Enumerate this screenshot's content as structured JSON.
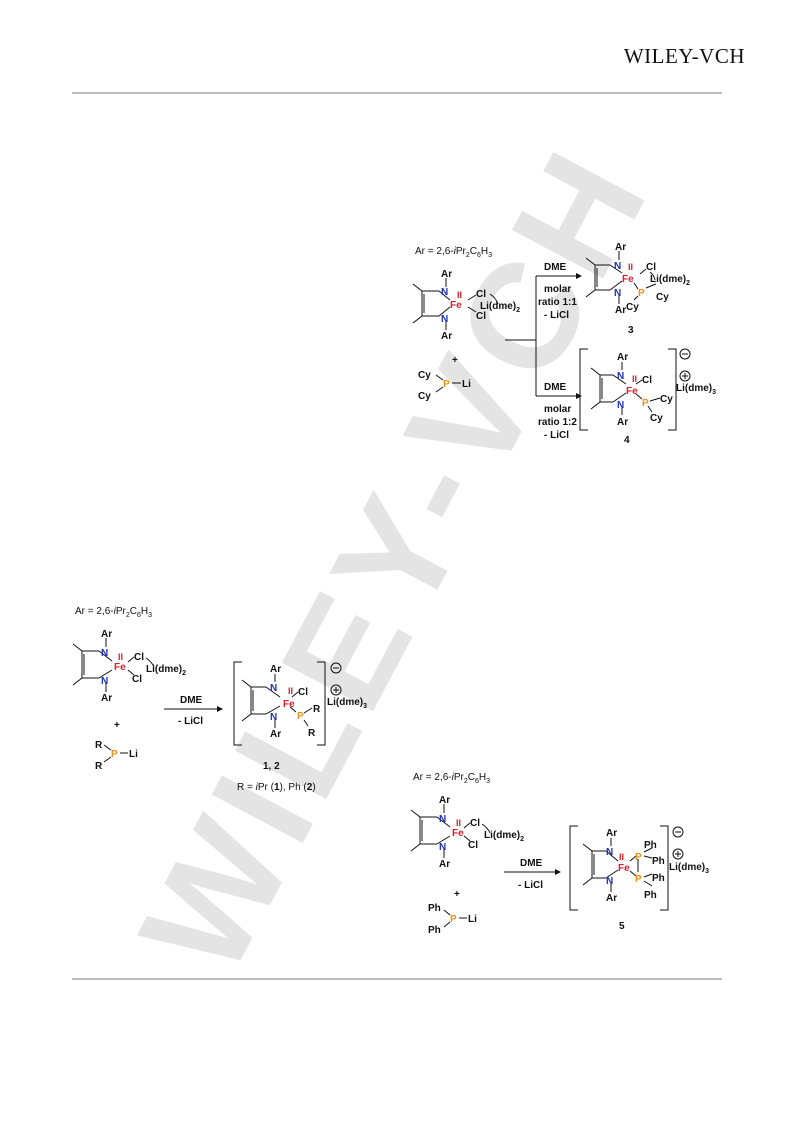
{
  "header": {
    "logo": "WILEY-VCH"
  },
  "watermark": "WILEY-VCH",
  "common": {
    "ar_definition": "Ar = 2,6-iPr2C6H3",
    "N": "N",
    "Fe": "Fe",
    "ox": "II",
    "Cl": "Cl",
    "Ar": "Ar",
    "P": "P",
    "Li": "Li",
    "lidme2": "Li(dme)2",
    "lidme3": "Li(dme)3",
    "plus": "+",
    "dme": "DME",
    "licl": "- LiCl",
    "molar": "molar",
    "ratio11": "ratio 1:1",
    "ratio12": "ratio 1:2",
    "Cy": "Cy",
    "Ph": "Ph",
    "R": "R"
  },
  "scheme1": {
    "compound3": "3",
    "compound4": "4"
  },
  "scheme2": {
    "compounds": "1, 2",
    "substituents": "R = iPr (1), Ph (2)"
  },
  "scheme3": {
    "compound5": "5"
  }
}
